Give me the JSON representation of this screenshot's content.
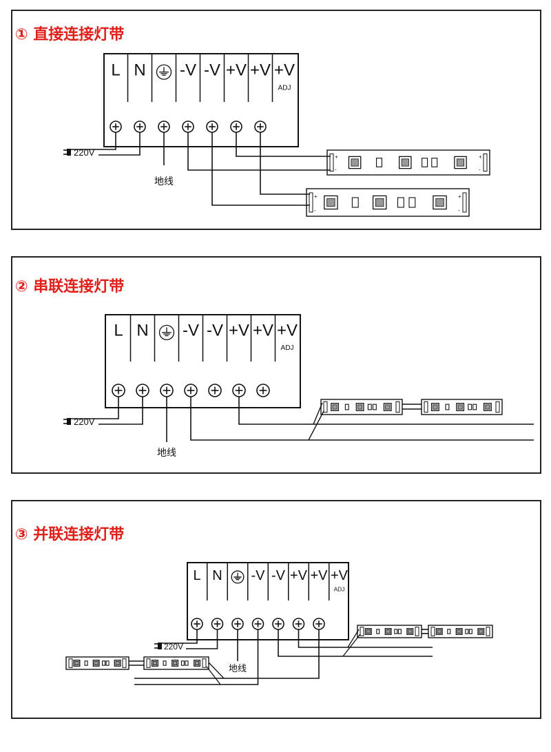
{
  "sections": [
    {
      "title": "① 直接连接灯带"
    },
    {
      "title": "② 串联连接灯带"
    },
    {
      "title": "③ 并联连接灯带"
    }
  ],
  "terminals": {
    "labels": [
      "L",
      "N",
      "",
      "-V",
      "-V",
      "+V",
      "+V",
      "+V"
    ],
    "adj": "ADJ"
  },
  "input_label": "220V",
  "ground_label": "地线",
  "strip_marks": {
    "plus": "+",
    "minus": "-"
  },
  "colors": {
    "title": "#e0201a",
    "line": "#111111"
  }
}
